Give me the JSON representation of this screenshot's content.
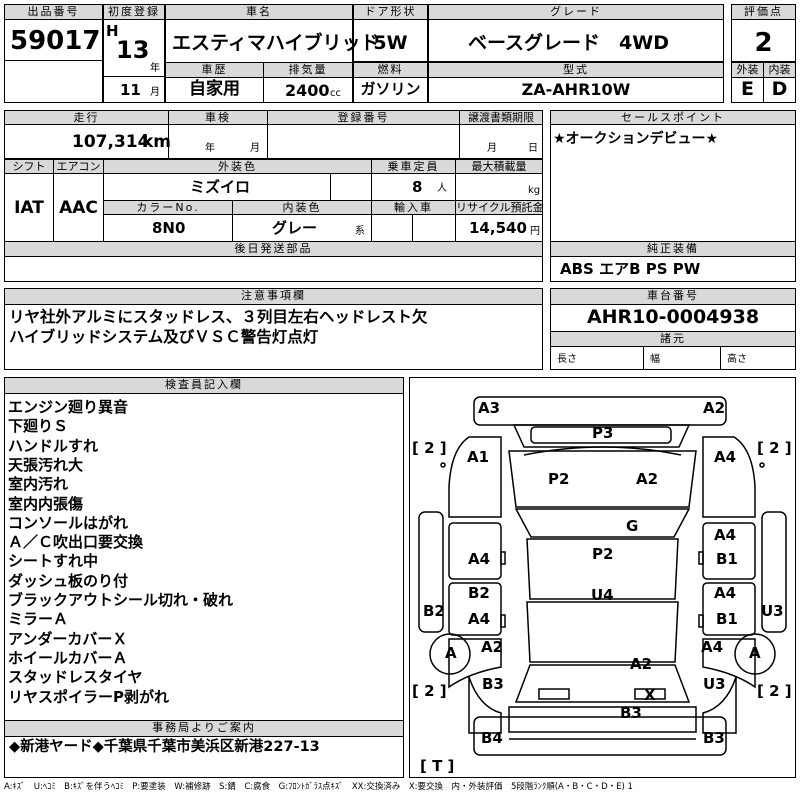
{
  "header": {
    "lot_label": "出品番号",
    "lot_no": "59017",
    "first_reg_label": "初度登録",
    "era": "H",
    "year": "13",
    "year_unit": "年",
    "month": "11",
    "month_unit": "月",
    "car_name_label": "車名",
    "car_name": "エスティマハイブリッド",
    "car_history_label": "車歴",
    "car_history": "自家用",
    "displacement_label": "排気量",
    "displacement": "2400",
    "displacement_unit": "cc",
    "door_label": "ドア形状",
    "door": "5W",
    "fuel_label": "燃料",
    "fuel": "ガソリン",
    "grade_label": "グレード",
    "grade": "ベースグレード　4WD",
    "model_label": "型式",
    "model": "ZA-AHR10W",
    "score_label": "評価点",
    "score": "2",
    "exterior_label": "外装",
    "exterior": "E",
    "interior_label": "内装",
    "interior": "D"
  },
  "row2": {
    "mileage_label": "走行",
    "mileage": "107,314",
    "mileage_unit": "km",
    "inspection_label": "車検",
    "inspection_year_unit": "年",
    "inspection_month_unit": "月",
    "regno_label": "登録番号",
    "transfer_label": "譲渡書類期限",
    "transfer_month_unit": "月",
    "transfer_day_unit": "日",
    "sales_label": "セールスポイント",
    "sales_text": "★オークションデビュー★"
  },
  "row3": {
    "shift_label": "シフト",
    "shift": "IAT",
    "ac_label": "エアコン",
    "ac": "AAC",
    "ext_color_label": "外装色",
    "ext_color": "ミズイロ",
    "capacity_label": "乗車定員",
    "capacity": "8",
    "capacity_unit": "人",
    "maxload_label": "最大積載量",
    "maxload_unit": "kg",
    "color_no_label": "カラーNo.",
    "color_no": "8N0",
    "int_color_label": "内装色",
    "int_color": "グレー",
    "int_color_unit": "系",
    "import_label": "輸入車",
    "recycle_label": "リサイクル預託金",
    "recycle": "14,540",
    "recycle_unit": "円"
  },
  "later_parts_label": "後日発送部品",
  "options": {
    "label": "純正装備",
    "value": "ABS エアB PS PW"
  },
  "notes": {
    "label": "注意事項欄",
    "lines": [
      "リヤ社外アルミにスタッドレス、３列目左右ヘッドレスト欠",
      "ハイブリッドシステム及びＶＳＣ警告灯点灯"
    ]
  },
  "chassis": {
    "label": "車台番号",
    "value": "AHR10-0004938",
    "spec_label": "諸元",
    "length_label": "長さ",
    "width_label": "幅",
    "height_label": "高さ"
  },
  "inspector": {
    "label": "検査員記入欄",
    "lines": [
      "エンジン廻り異音",
      "下廻りＳ",
      "ハンドルすれ",
      "天張汚れ大",
      "室内汚れ",
      "室内内張傷",
      "コンソールはがれ",
      "Ａ／Ｃ吹出口要交換",
      "シートすれ中",
      "ダッシュ板のり付",
      "ブラックアウトシール切れ・破れ",
      "ミラーＡ",
      "アンダーカバーＸ",
      "ホイールカバーＡ",
      "スタッドレスタイヤ",
      "リヤスポイラーP剥がれ"
    ]
  },
  "office": {
    "label": "事務局よりご案内",
    "text": "◆新港ヤード◆千葉県千葉市美浜区新港227-13"
  },
  "diagram": {
    "marks": {
      "top_left": "A3",
      "top_right": "A2",
      "roof_front": "P3",
      "front_left_fender": "A1",
      "front_right_fender": "A4",
      "hood_left": "P2",
      "hood_right": "A2",
      "windshield": "G",
      "left_door_1": "A4",
      "right_door_1a": "A4",
      "right_door_1b": "B1",
      "roof": "P2",
      "left_door_2a": "B2",
      "left_door_2b": "A4",
      "right_door_2a": "A4",
      "right_door_2b": "B1",
      "left_side": "B2",
      "right_side": "U3",
      "roof_rear": "U4",
      "left_wheel": "A",
      "right_wheel": "A",
      "left_rear_a": "A2",
      "right_rear_a": "A4",
      "left_rear_b": "B3",
      "right_rear_b": "U3",
      "rear_center": "A2",
      "rear_x": "X",
      "rear_panel": "B3",
      "bottom_left": "B4",
      "bottom_right": "B3"
    },
    "brackets": {
      "left_top": "[ 2 ]",
      "right_top": "[ 2 ]",
      "left_bottom": "[ 2 ]",
      "right_bottom": "[ 2 ]",
      "bottom": "[ T ]"
    }
  },
  "legend": "A:ｷｽﾞ　U:ﾍｺﾐ　B:ｷｽﾞを伴うﾍｺﾐ　P:要塗装　W:補修跡　S:錆　C:腐食　G:ﾌﾛﾝﾄｶﾞﾗｽ点ｷｽﾞ　XX:交換済み　X:要交換　内・外装評価　5段階ﾗﾝｸ順(A・B・C・D・E) 1"
}
